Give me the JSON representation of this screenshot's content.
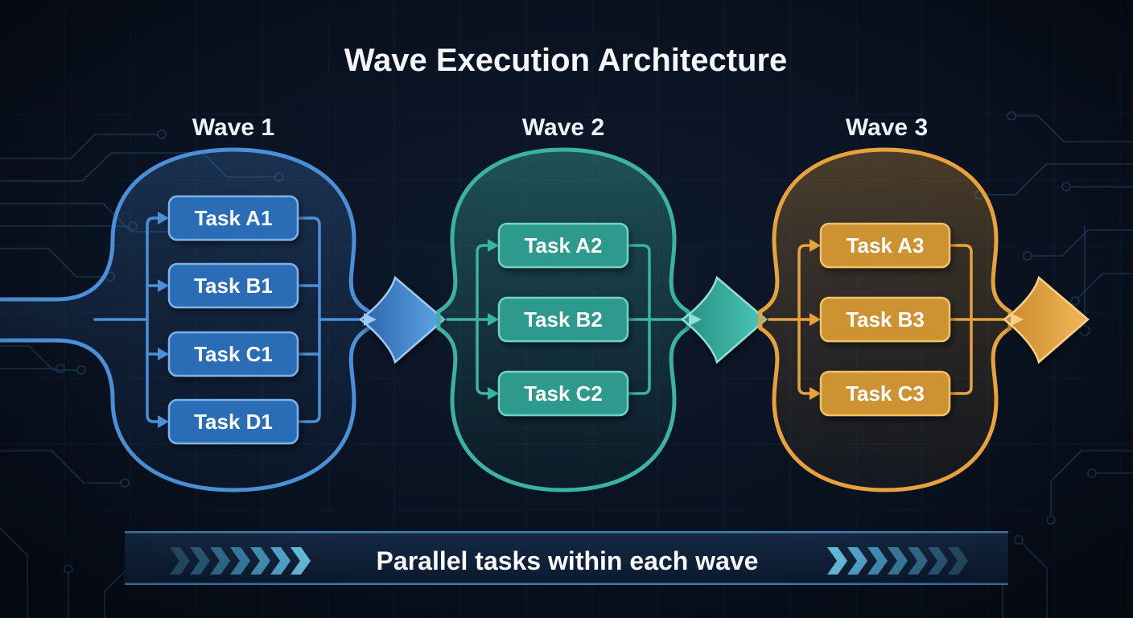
{
  "title": "Wave Execution Architecture",
  "waves": [
    {
      "label": "Wave 1",
      "color": "#4a90d9",
      "accent_light": "#9ccaf2",
      "box_fill": "#2a6cb5",
      "box_border": "#7db2e8",
      "tasks": [
        "Task A1",
        "Task B1",
        "Task C1",
        "Task D1"
      ]
    },
    {
      "label": "Wave 2",
      "color": "#3bb3a3",
      "accent_light": "#8fdfd3",
      "box_fill": "#2d9a8e",
      "box_border": "#6fd2c5",
      "tasks": [
        "Task A2",
        "Task B2",
        "Task C2"
      ]
    },
    {
      "label": "Wave 3",
      "color": "#e8a23c",
      "accent_light": "#f7d08c",
      "box_fill": "#cd9332",
      "box_border": "#f2c068",
      "tasks": [
        "Task A3",
        "Task B3",
        "Task C3"
      ]
    }
  ],
  "banner": {
    "text": "Parallel tasks within each wave",
    "border_color": "#3f82ba",
    "chevrons_per_side": 7
  },
  "background": {
    "base": "#0a1322",
    "circuit_color": "#2b5f8a",
    "grid_color": "#5d9fd4"
  }
}
